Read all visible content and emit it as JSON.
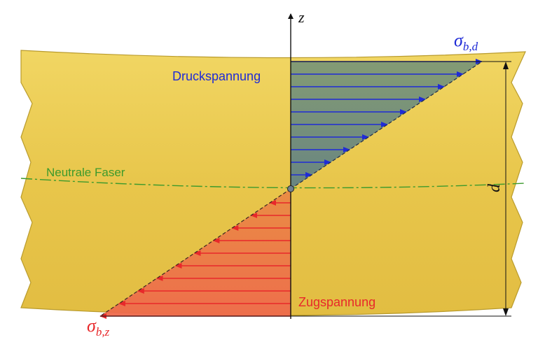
{
  "diagram": {
    "axis_label": "z",
    "compression_label": "Druckspannung",
    "tension_label": "Zugspannung",
    "neutral_axis_label": "Neutrale Faser",
    "thickness_label": "d",
    "sigma_compression": {
      "symbol": "σ",
      "subscript": "b,d"
    },
    "sigma_tension": {
      "symbol": "σ",
      "subscript": "b,z"
    },
    "colors": {
      "beam_fill": "#ecc94e",
      "beam_edge": "#a89028",
      "compression": "#1f2bd6",
      "compression_fill": "#6f8f7a",
      "tension": "#e8282a",
      "tension_fill": "#ec7e45",
      "neutral_axis": "#3c9a2c",
      "axis": "#111111"
    }
  }
}
